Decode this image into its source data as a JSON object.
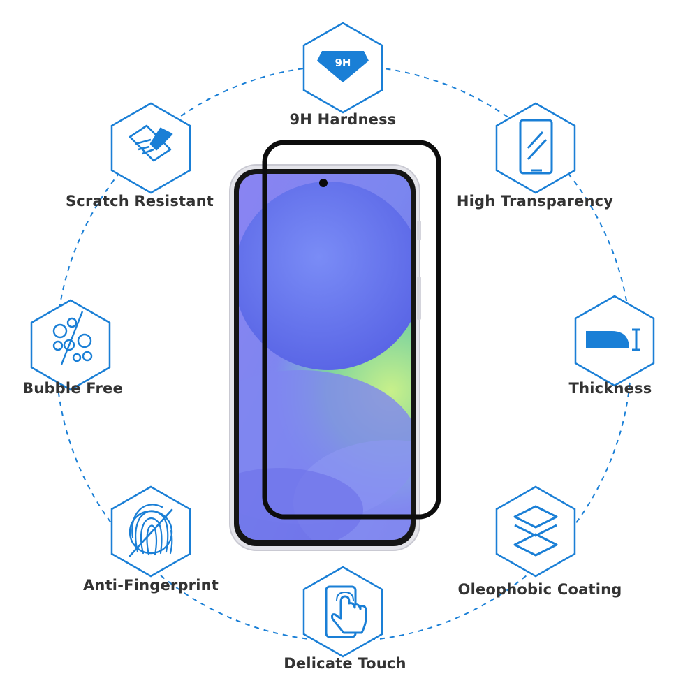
{
  "colors": {
    "accent": "#1a7fd6",
    "label": "#333333",
    "frame": "#111111",
    "screen_base": "#7f7ff0"
  },
  "features": [
    {
      "label": "9H Hardness",
      "icon": "diamond-9h-icon",
      "icon_text": "9H"
    },
    {
      "label": "High Transparency",
      "icon": "phone-glass-icon"
    },
    {
      "label": "Thickness",
      "icon": "thickness-gauge-icon"
    },
    {
      "label": "Oleophobic Coating",
      "icon": "layers-icon"
    },
    {
      "label": "Delicate Touch",
      "icon": "touch-hand-icon"
    },
    {
      "label": "Anti-Fingerprint",
      "icon": "fingerprint-icon"
    },
    {
      "label": "Bubble Free",
      "icon": "bubbles-icon"
    },
    {
      "label": "Scratch Resistant",
      "icon": "scratch-icon"
    }
  ]
}
